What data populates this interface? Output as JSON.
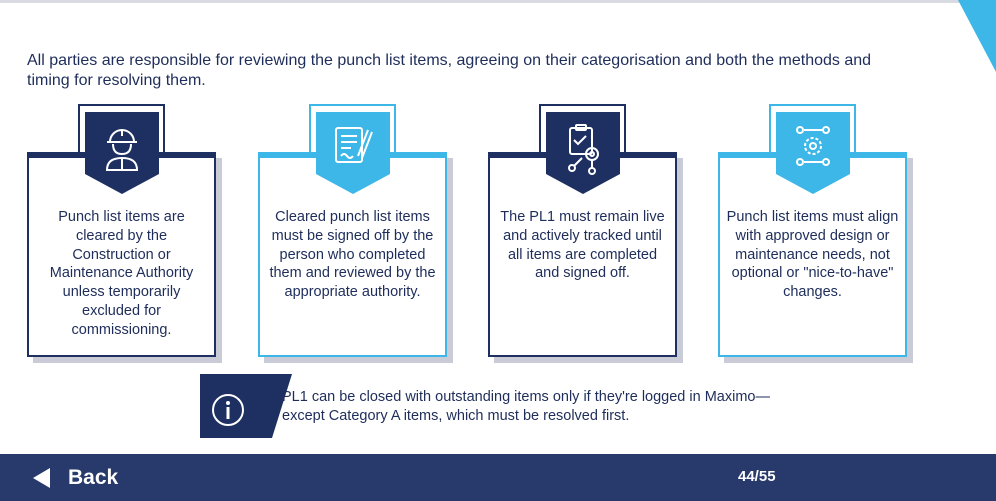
{
  "intro": "All parties are responsible for reviewing the punch list items, agreeing on their categorisation and both the methods and timing for resolving them.",
  "cards": [
    {
      "text": "Punch list items are cleared by the Construction or Maintenance Authority unless temporarily excluded for commissioning.",
      "icon": "worker-helmet-icon",
      "theme": "dark"
    },
    {
      "text": "Cleared punch list items must be signed off by the person who completed them and reviewed by the appropriate authority.",
      "icon": "signed-document-icon",
      "theme": "light"
    },
    {
      "text": "The PL1 must remain live and actively tracked until all items are completed and signed off.",
      "icon": "tracking-clipboard-icon",
      "theme": "dark"
    },
    {
      "text": "Punch list items must align with approved design or maintenance needs, not optional or \"nice-to-have\" changes.",
      "icon": "process-gear-icon",
      "theme": "light"
    }
  ],
  "info": {
    "icon": "info-icon",
    "text": "PL1 can be closed with outstanding items only if they're logged in Maximo—except Category A items, which must be resolved first."
  },
  "footer": {
    "back_label": "Back",
    "page": "44/55"
  },
  "colors": {
    "navy": "#1e3062",
    "sky": "#3db6e8",
    "info_bg": "#d6eef9",
    "footer_bg": "#283a6c"
  }
}
